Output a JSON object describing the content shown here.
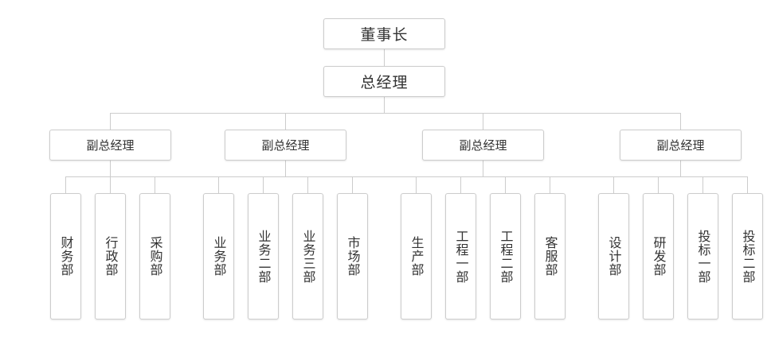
{
  "chart": {
    "root": "董事长",
    "general_manager": "总经理",
    "vice_presidents": [
      {
        "label": "副总经理",
        "departments": [
          "财务部",
          "行政部",
          "采购部"
        ]
      },
      {
        "label": "副总经理",
        "departments": [
          "业务部",
          "业务二部",
          "业务三部",
          "市场部"
        ]
      },
      {
        "label": "副总经理",
        "departments": [
          "生产部",
          "工程一部",
          "工程二部",
          "客服部"
        ]
      },
      {
        "label": "副总经理",
        "departments": [
          "设计部",
          "研发部",
          "投标一部",
          "投标二部"
        ]
      }
    ]
  },
  "colors": {
    "line": "#cccccc",
    "border": "#cccccc",
    "text": "#333333",
    "background": "#ffffff"
  }
}
